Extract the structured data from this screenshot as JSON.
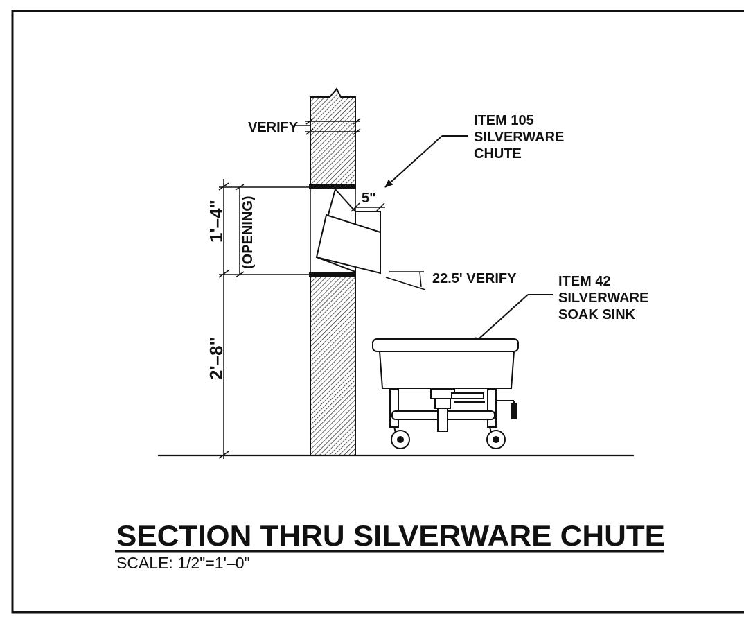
{
  "drawing": {
    "title": "SECTION THRU SILVERWARE CHUTE",
    "scale": "SCALE:  1/2\"=1'–0\""
  },
  "labels": {
    "verify_top": "VERIFY",
    "item105": [
      "ITEM  105",
      "SILVERWARE",
      "CHUTE"
    ],
    "item42": [
      "ITEM  42",
      "SILVERWARE",
      "SOAK  SINK"
    ],
    "chute_depth": "5\"",
    "angle": "22.5' VERIFY",
    "opening_height": "1'–4\"",
    "opening": "(OPENING)",
    "sill_height": "2'–8\""
  },
  "colors": {
    "line": "#111111",
    "hatch": "#222222",
    "paper": "#ffffff"
  }
}
